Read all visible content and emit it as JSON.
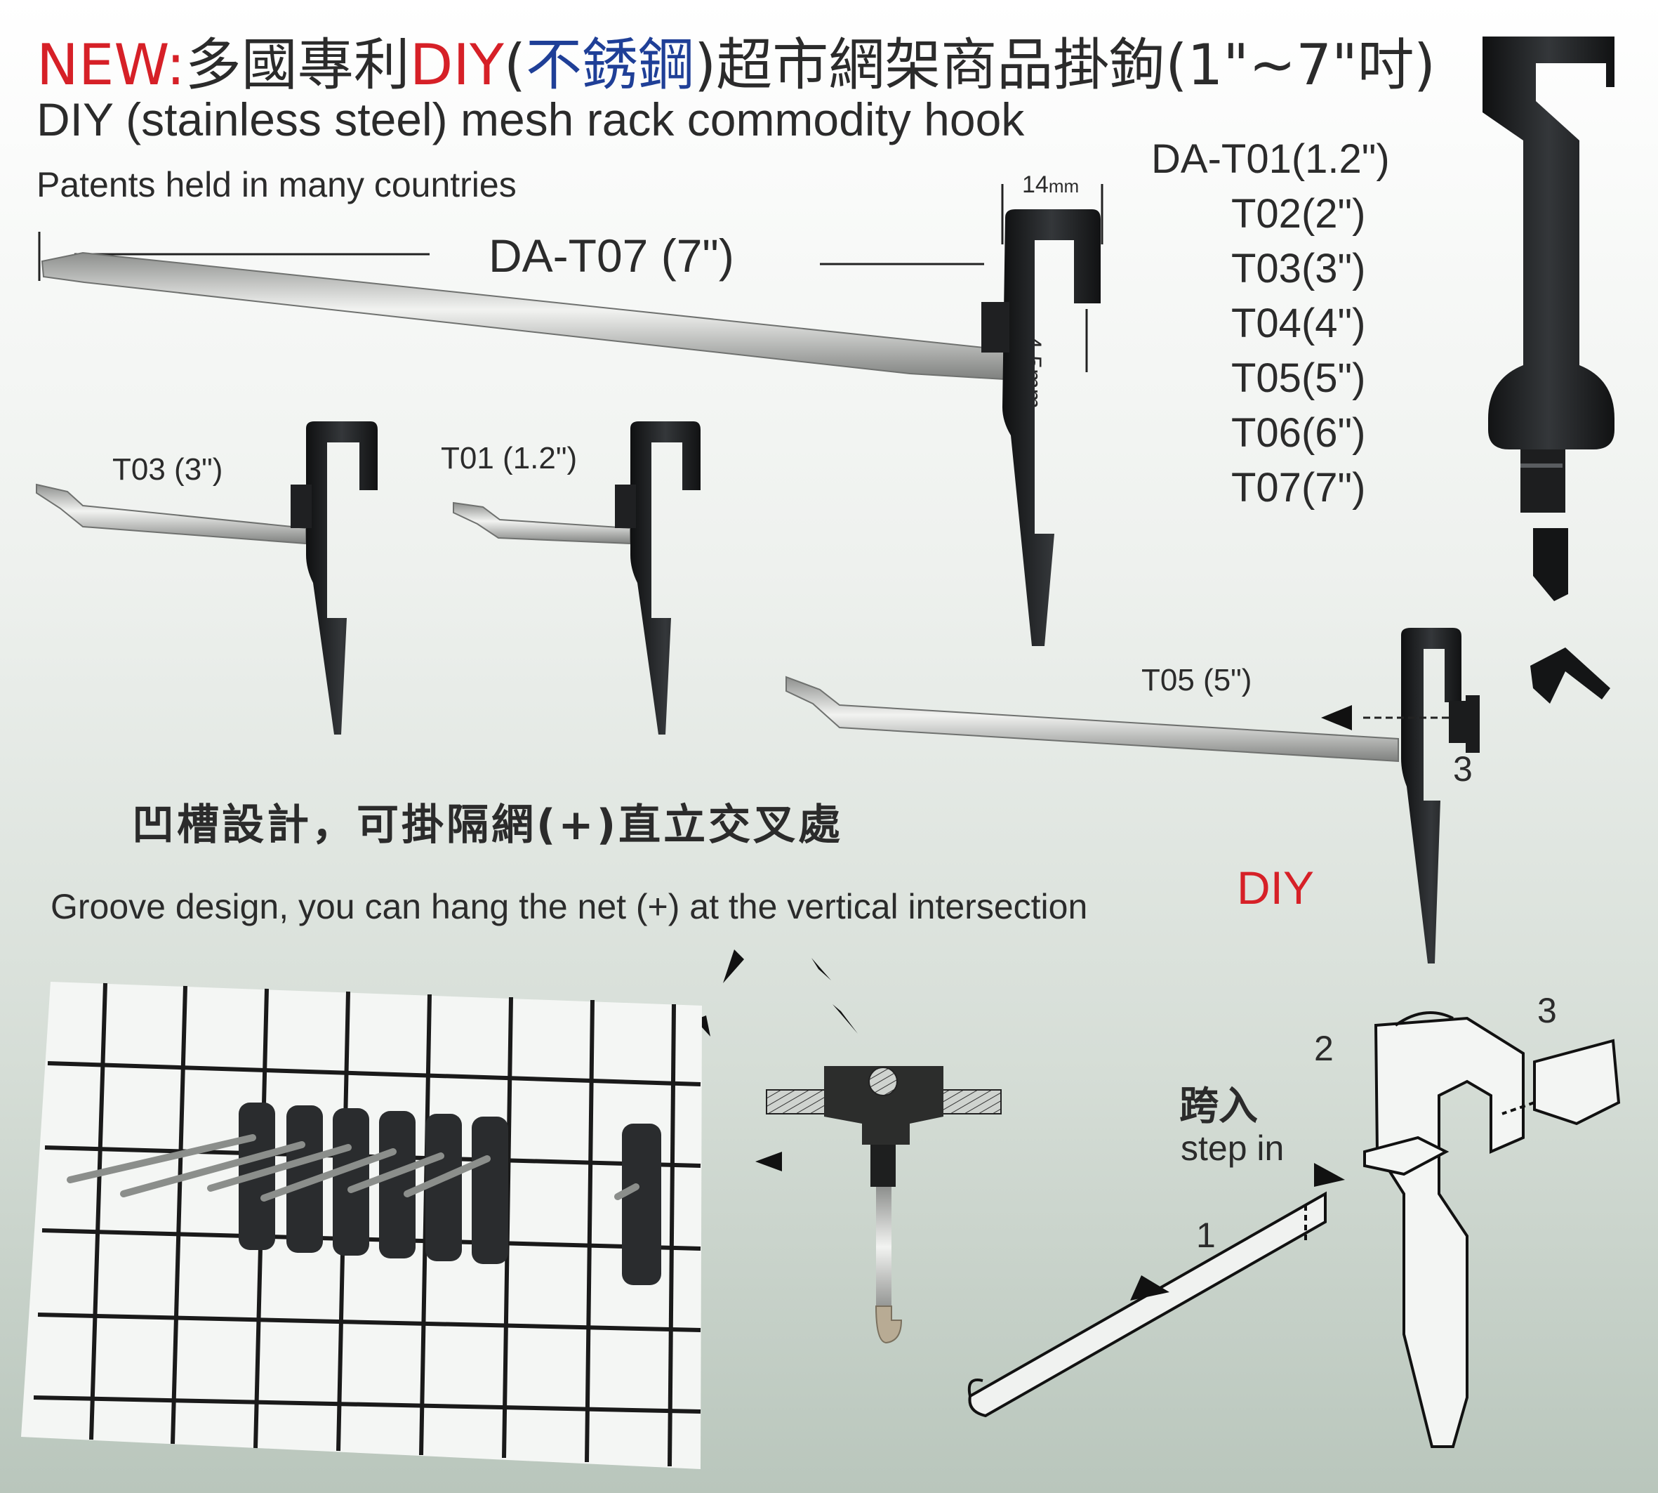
{
  "title": {
    "prefix": "NEW",
    "colon": ":",
    "part1": "多國專利",
    "diy": "DIY",
    "paren_open": "(",
    "stainless": "不銹鋼",
    "part2": ")超市網架商品掛鉤(1\"~7\"吋)"
  },
  "subtitle_en": "DIY (stainless steel) mesh rack commodity hook",
  "patent_note": "Patents held in many countries",
  "models": [
    "DA-T01(1.2\")",
    "T02(2\")",
    "T03(3\")",
    "T04(4\")",
    "T05(5\")",
    "T06(6\")",
    "T07(7\")"
  ],
  "labels": {
    "main_hook": "DA-T07 (7\")",
    "t03": "T03 (3\")",
    "t01": "T01  (1.2\")",
    "t05": "T05 (5\")",
    "dim_width": "14",
    "dim_width_unit": "mm",
    "dim_gap": "4.5mm"
  },
  "groove": {
    "cn": "凹槽設計，可掛隔網(+)直立交叉處",
    "en": "Groove design, you can hang the net (+) at the vertical intersection"
  },
  "diy_label": "DIY",
  "steps": {
    "n1": "1",
    "n2": "2",
    "n3": "3",
    "n3_top": "3",
    "step_in_cn": "跨入",
    "step_in_en": "step in"
  },
  "colors": {
    "accent_red": "#d62027",
    "accent_blue": "#1f3f97",
    "hook_black": "#1b1d1e",
    "steel": "#c9cbc8"
  }
}
